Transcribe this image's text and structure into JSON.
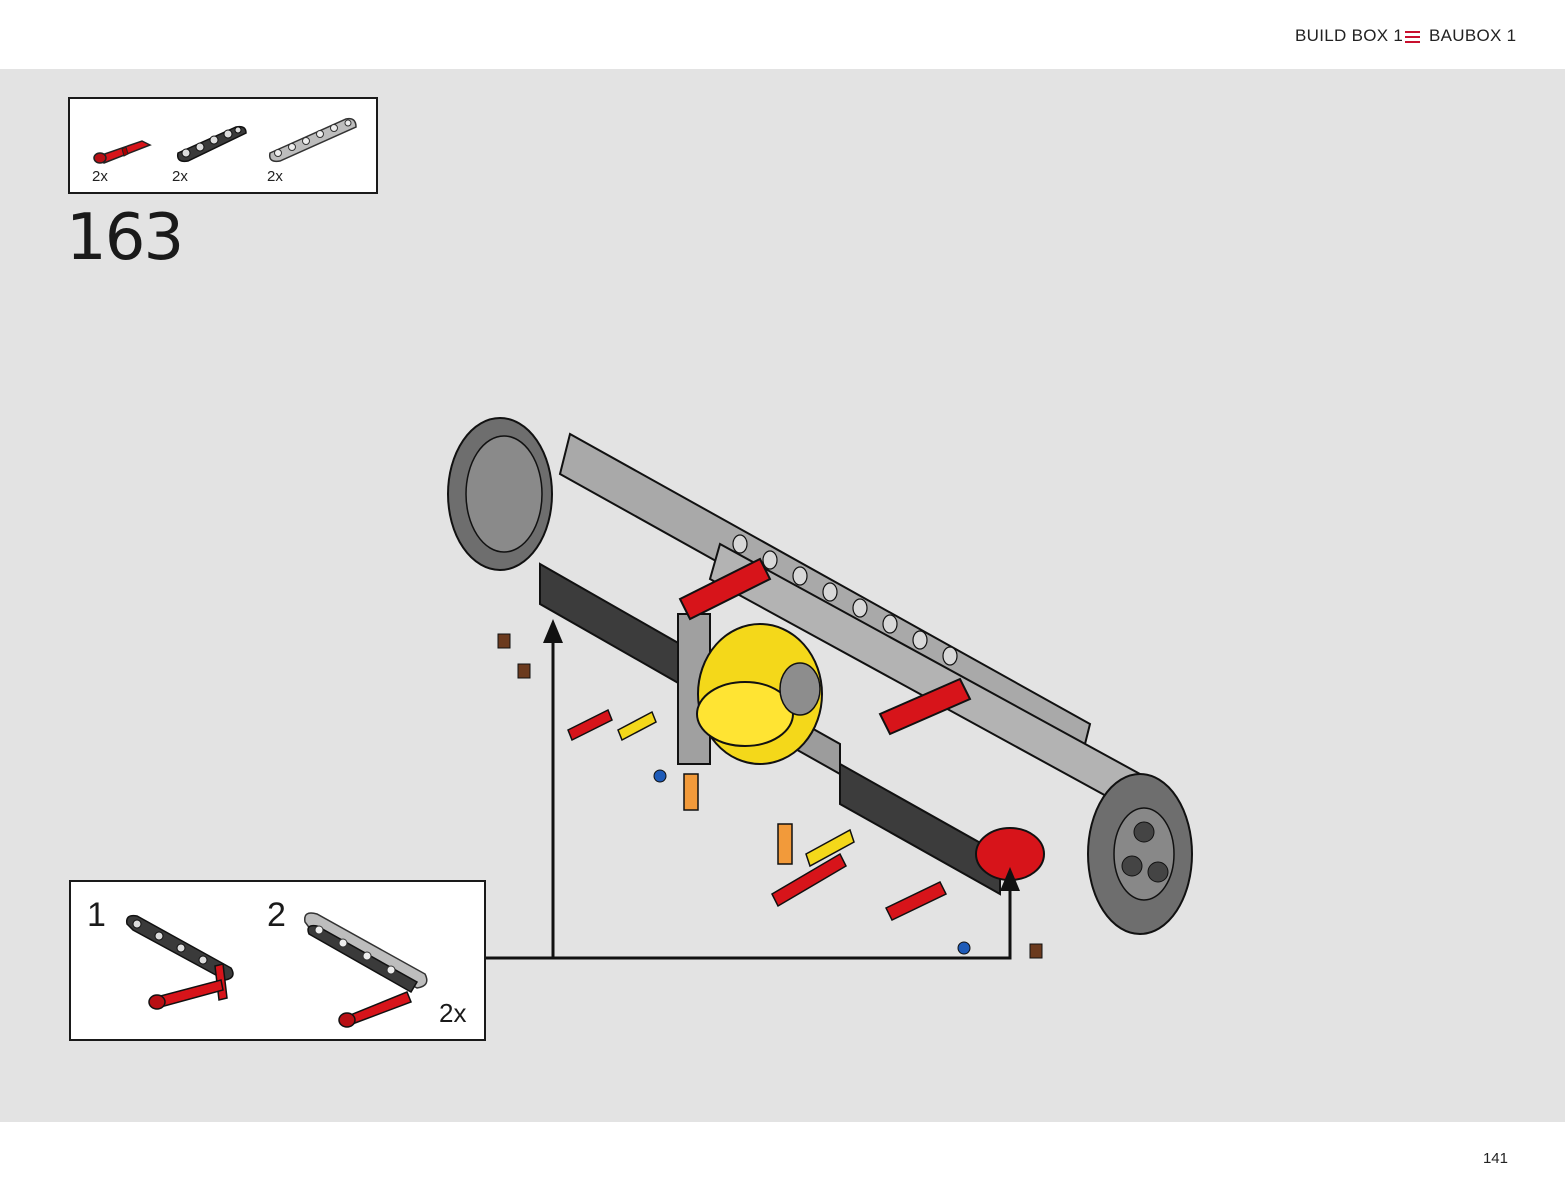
{
  "header": {
    "left_label": "BUILD BOX 1",
    "right_label": "BAUBOX 1",
    "accent_color": "#c8102e"
  },
  "parts_list": [
    {
      "qty": "2x",
      "part": "red-axle-pin"
    },
    {
      "qty": "2x",
      "part": "dark-gray-beam"
    },
    {
      "qty": "2x",
      "part": "light-gray-beam"
    }
  ],
  "step": {
    "number": "163"
  },
  "sub_assembly": {
    "steps": [
      {
        "number": "1"
      },
      {
        "number": "2",
        "qty": "2x"
      }
    ]
  },
  "footer": {
    "page_number": "141"
  }
}
